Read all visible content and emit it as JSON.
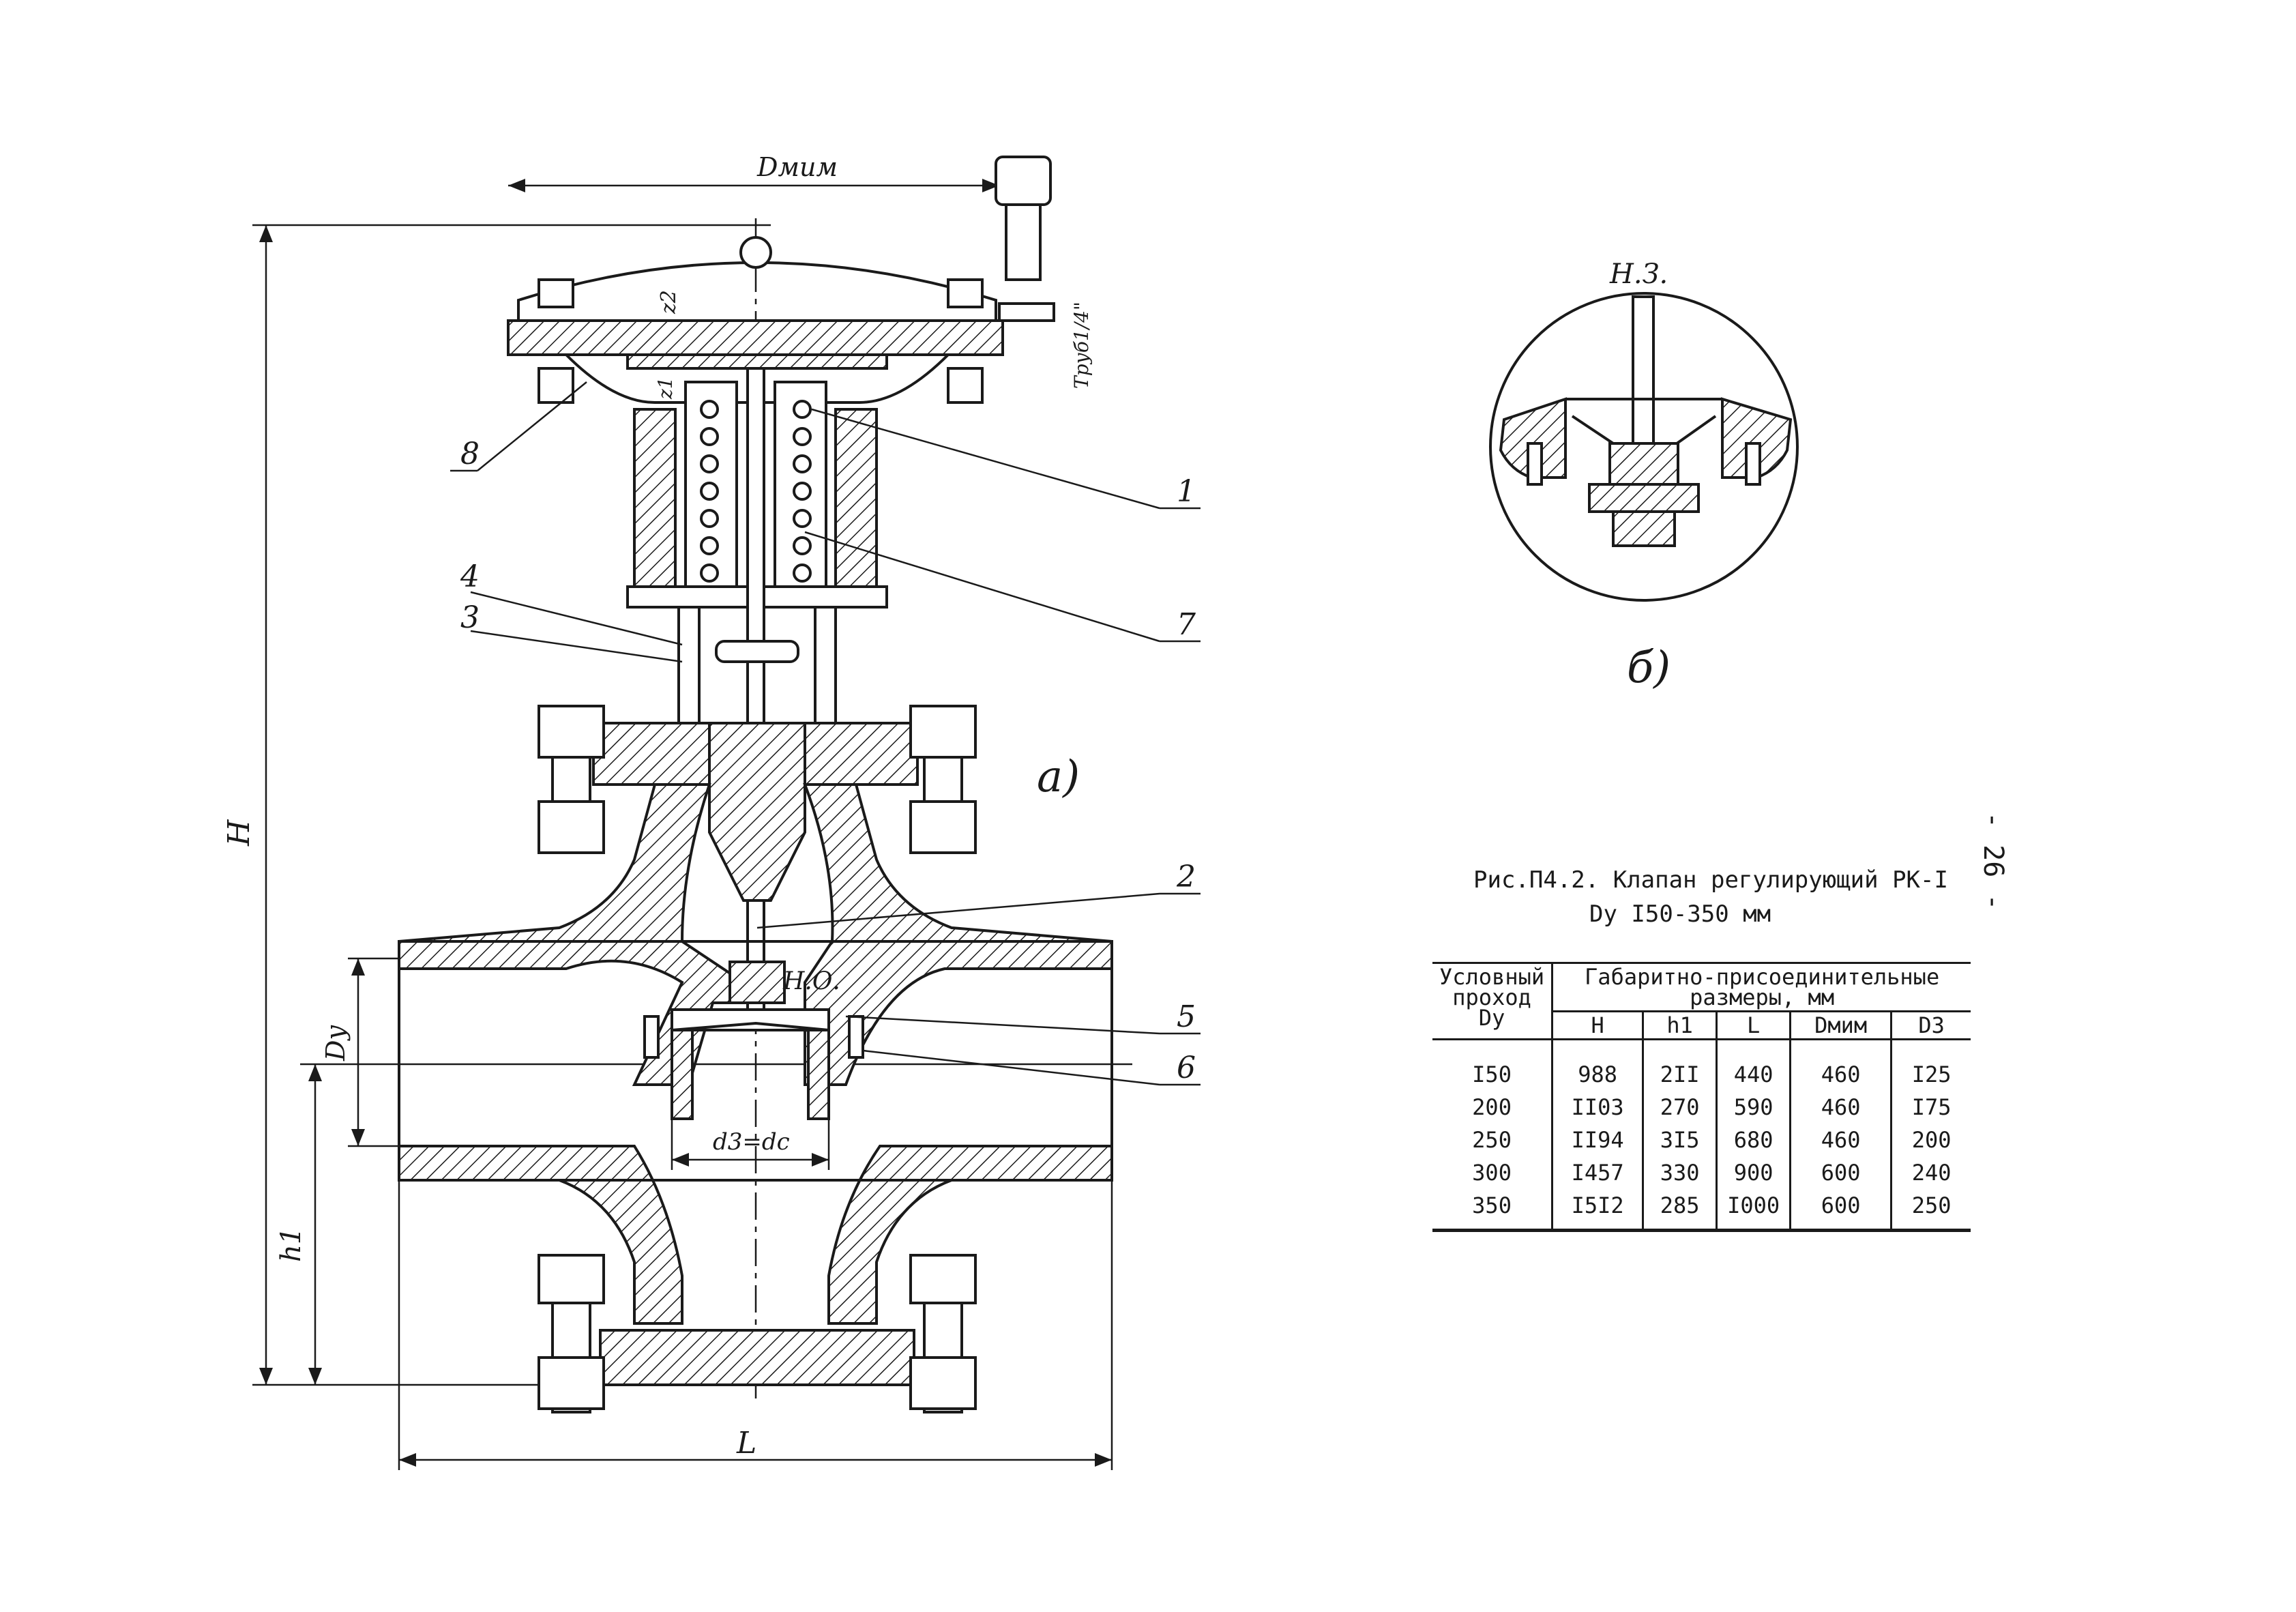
{
  "page_number": "- 26 -",
  "caption": {
    "line1": "Рис.П4.2. Клапан регулирующий РК-I",
    "line2": "Dy I50-350 мм"
  },
  "view_labels": {
    "main": "а)",
    "detail": "б)",
    "detail_title": "Н.З.",
    "normally_open": "Н.О."
  },
  "dimension_labels": {
    "d_mim": "Dмим",
    "height": "H",
    "h1": "h1",
    "length": "L",
    "dy": "Dy",
    "d3_dc": "d3=dc",
    "z2": "z2",
    "z1": "z1",
    "pipe": "Труб1/4\""
  },
  "part_callouts": [
    "1",
    "2",
    "3",
    "4",
    "5",
    "6",
    "7",
    "8"
  ],
  "table": {
    "header_col1": "Условный проход Dy",
    "header_group": "Габаритно-присоединительные размеры, мм",
    "columns": [
      "H",
      "h1",
      "L",
      "Dмим",
      "D3"
    ],
    "rows": [
      {
        "dy": "I50",
        "H": "988",
        "h1": "2II",
        "L": "440",
        "dmim": "460",
        "d3": "I25"
      },
      {
        "dy": "200",
        "H": "II03",
        "h1": "270",
        "L": "590",
        "dmim": "460",
        "d3": "I75"
      },
      {
        "dy": "250",
        "H": "II94",
        "h1": "3I5",
        "L": "680",
        "dmim": "460",
        "d3": "200"
      },
      {
        "dy": "300",
        "H": "I457",
        "h1": "330",
        "L": "900",
        "dmim": "600",
        "d3": "240"
      },
      {
        "dy": "350",
        "H": "I5I2",
        "h1": "285",
        "L": "I000",
        "dmim": "600",
        "d3": "250"
      }
    ]
  }
}
